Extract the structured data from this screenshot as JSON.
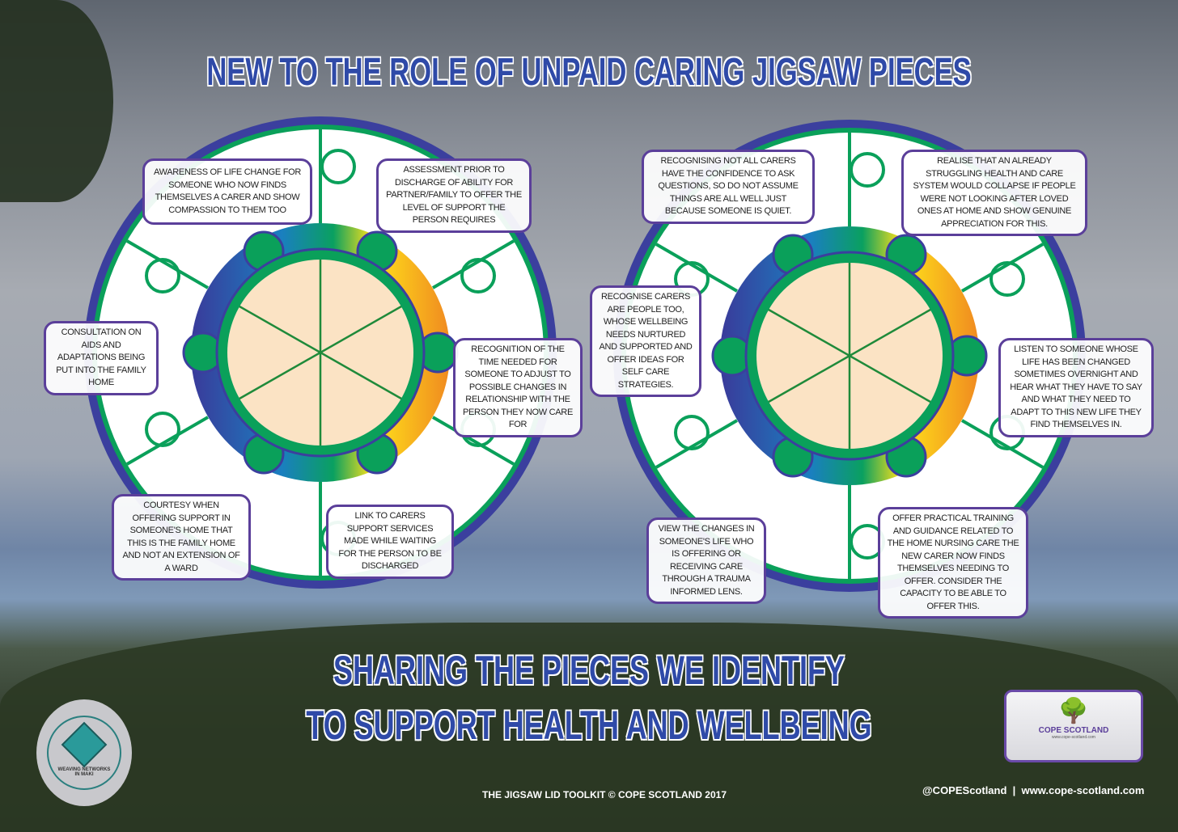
{
  "title": "NEW TO THE ROLE OF UNPAID CARING JIGSAW PIECES",
  "subtitle_line1": "SHARING THE PIECES WE IDENTIFY",
  "subtitle_line2": "TO SUPPORT HEALTH AND WELLBEING",
  "left_wheel": [
    "AWARENESS OF LIFE CHANGE FOR SOMEONE WHO NOW FINDS THEMSELVES A CARER AND SHOW COMPASSION TO THEM TOO",
    "ASSESSMENT PRIOR TO DISCHARGE OF ABILITY FOR PARTNER/FAMILY TO OFFER THE LEVEL OF SUPPORT THE PERSON REQUIRES",
    "CONSULTATION ON AIDS AND ADAPTATIONS BEING PUT INTO THE FAMILY HOME",
    "RECOGNITION OF THE TIME NEEDED FOR SOMEONE TO ADJUST TO POSSIBLE CHANGES IN RELATIONSHIP WITH THE PERSON THEY NOW CARE FOR",
    "COURTESY WHEN OFFERING SUPPORT IN SOMEONE'S HOME THAT THIS IS THE FAMILY HOME AND NOT AN EXTENSION OF A WARD",
    "LINK TO CARERS SUPPORT SERVICES MADE WHILE WAITING FOR THE PERSON TO BE DISCHARGED"
  ],
  "right_wheel": [
    "RECOGNISING NOT ALL CARERS HAVE THE CONFIDENCE TO ASK QUESTIONS, SO DO NOT ASSUME THINGS ARE ALL WELL JUST BECAUSE SOMEONE IS QUIET.",
    "REALISE THAT AN ALREADY STRUGGLING HEALTH AND CARE SYSTEM WOULD COLLAPSE IF PEOPLE WERE NOT LOOKING AFTER LOVED ONES AT HOME AND SHOW GENUINE APPRECIATION FOR THIS.",
    "RECOGNISE CARERS ARE PEOPLE TOO, WHOSE WELLBEING NEEDS NURTURED AND SUPPORTED AND OFFER IDEAS FOR SELF CARE STRATEGIES.",
    "LISTEN TO SOMEONE WHOSE LIFE HAS BEEN CHANGED SOMETIMES OVERNIGHT AND HEAR WHAT THEY HAVE TO SAY AND WHAT THEY NEED TO ADAPT TO THIS NEW LIFE THEY FIND THEMSELVES IN.",
    "VIEW THE CHANGES IN SOMEONE'S LIFE WHO IS OFFERING OR RECEIVING CARE THROUGH A TRAUMA INFORMED LENS.",
    "OFFER PRACTICAL TRAINING AND GUIDANCE RELATED TO THE HOME NURSING CARE THE NEW CARER NOW FINDS THEMSELVES NEEDING TO OFFER. CONSIDER THE CAPACITY TO BE ABLE TO OFFER THIS."
  ],
  "footer": {
    "copyright": "THE JIGSAW LID TOOLKIT © COPE SCOTLAND 2017",
    "contact": "@COPEScotland  |  www.cope-scotland.com"
  },
  "logos": {
    "left": "WEAVING NETWORKS IN MAKI",
    "right_name": "COPE SCOTLAND",
    "right_url": "www.cope-scotland.com"
  },
  "colors": {
    "ring_blue": "#3b3f9e",
    "piece_green": "#0aa05a",
    "center": "#fbe3c4",
    "box_border": "#5b3f9a",
    "title": "#2f4aa8"
  }
}
